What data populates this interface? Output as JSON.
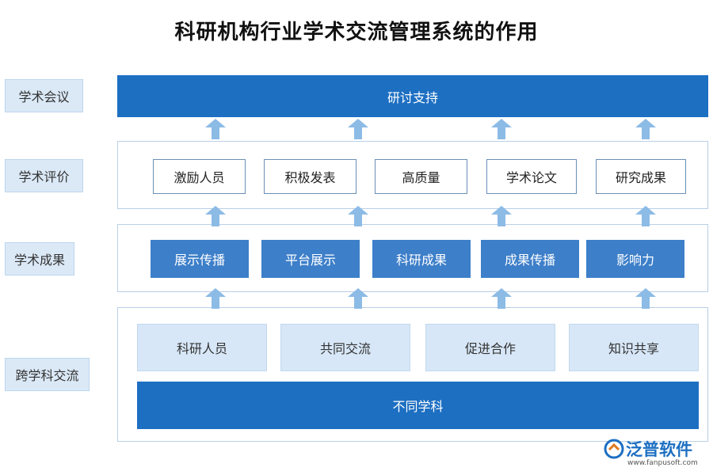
{
  "title": "科研机构行业学术交流管理系统的作用",
  "side_labels": [
    "学术会议",
    "学术评价",
    "学术成果",
    "跨学科交流"
  ],
  "row1": {
    "bar": "研讨支持"
  },
  "row2": {
    "items": [
      "激励人员",
      "积极发表",
      "高质量",
      "学术论文",
      "研究成果"
    ]
  },
  "row3": {
    "items": [
      "展示传播",
      "平台展示",
      "科研成果",
      "成果传播",
      "影响力"
    ]
  },
  "row4": {
    "items": [
      "科研人员",
      "共同交流",
      "促进合作",
      "知识共享"
    ],
    "bar": "不同学科"
  },
  "colors": {
    "dark_blue": "#1d6fc2",
    "mid_blue": "#3d7fc9",
    "light_blue": "#d7e7f7",
    "arrow": "#8cbbe6"
  },
  "logo": {
    "name": "泛普软件",
    "url": "www.fanpusoft.com"
  }
}
